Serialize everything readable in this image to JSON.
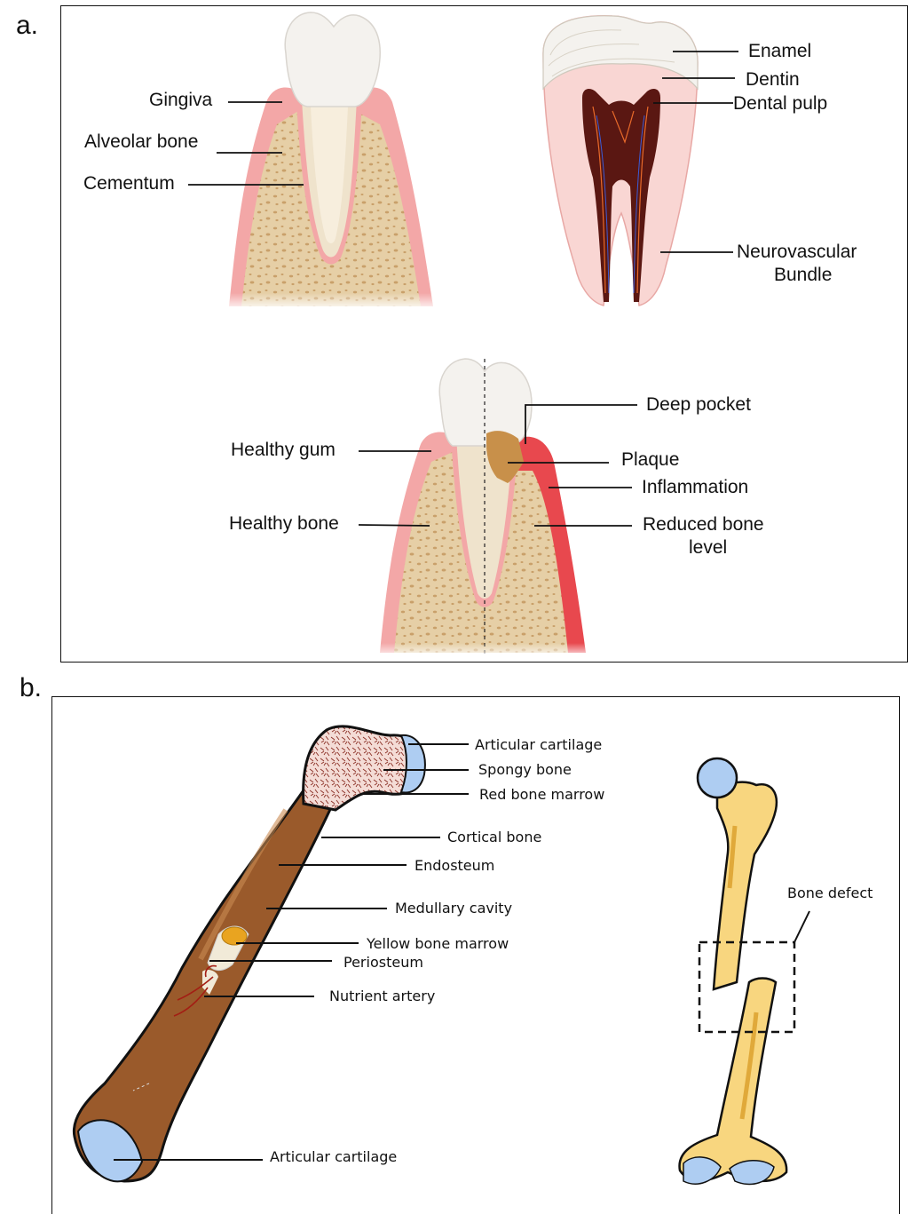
{
  "panel_a": {
    "letter": "a.",
    "healthy_tooth_labels": {
      "gingiva": "Gingiva",
      "alveolar_bone": "Alveolar bone",
      "cementum": "Cementum"
    },
    "tooth_anatomy_labels": {
      "enamel": "Enamel",
      "dentin": "Dentin",
      "dental_pulp": "Dental pulp",
      "neurovascular_1": "Neurovascular",
      "neurovascular_2": "Bundle"
    },
    "periodontitis_labels": {
      "healthy_gum": "Healthy gum",
      "healthy_bone": "Healthy bone",
      "deep_pocket": "Deep pocket",
      "plaque": "Plaque",
      "inflammation": "Inflammation",
      "reduced_bone_1": "Reduced bone",
      "reduced_bone_2": "level"
    }
  },
  "panel_b": {
    "letter": "b.",
    "bone_labels": {
      "articular_cartilage_top": "Articular cartilage",
      "spongy_bone": "Spongy bone",
      "red_marrow": "Red bone marrow",
      "cortical_bone": "Cortical bone",
      "endosteum": "Endosteum",
      "medullary_cavity": "Medullary cavity",
      "yellow_marrow": "Yellow bone marrow",
      "periosteum": "Periosteum",
      "nutrient_artery": "Nutrient artery",
      "articular_cartilage_bottom": "Articular cartilage"
    },
    "defect_label": "Bone defect"
  },
  "colors": {
    "enamel": "#f4f2ee",
    "gum": "#f3a7a7",
    "gum_inflamed": "#e8484e",
    "bone_fill": "#e6cfa6",
    "bone_speckle": "#c9a06a",
    "dentin": "#f9d6d3",
    "pulp": "#5a1712",
    "plaque": "#c8904a",
    "long_bone": "#9a5a2b",
    "cartilage": "#aecdf2",
    "femur": "#f8d67f"
  }
}
